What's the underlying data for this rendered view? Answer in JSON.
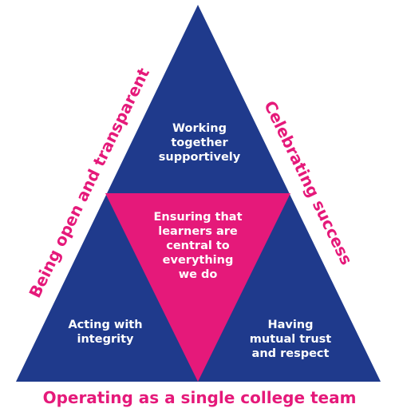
{
  "colors": {
    "navy": "#1f3a8c",
    "magenta": "#e5197a",
    "white": "#ffffff"
  },
  "diagram": {
    "top_triangle": [
      "Working",
      "together",
      "supportively"
    ],
    "center_triangle": [
      "Ensuring that",
      "learners are",
      "central to",
      "everything",
      "we do"
    ],
    "bottom_left_triangle": [
      "Acting with",
      "integrity"
    ],
    "bottom_right_triangle": [
      "Having",
      "mutual trust",
      "and respect"
    ],
    "left_side_label": "Being open and transparent",
    "right_side_label": "Celebrating success",
    "bottom_label": "Operating as a single college team"
  }
}
